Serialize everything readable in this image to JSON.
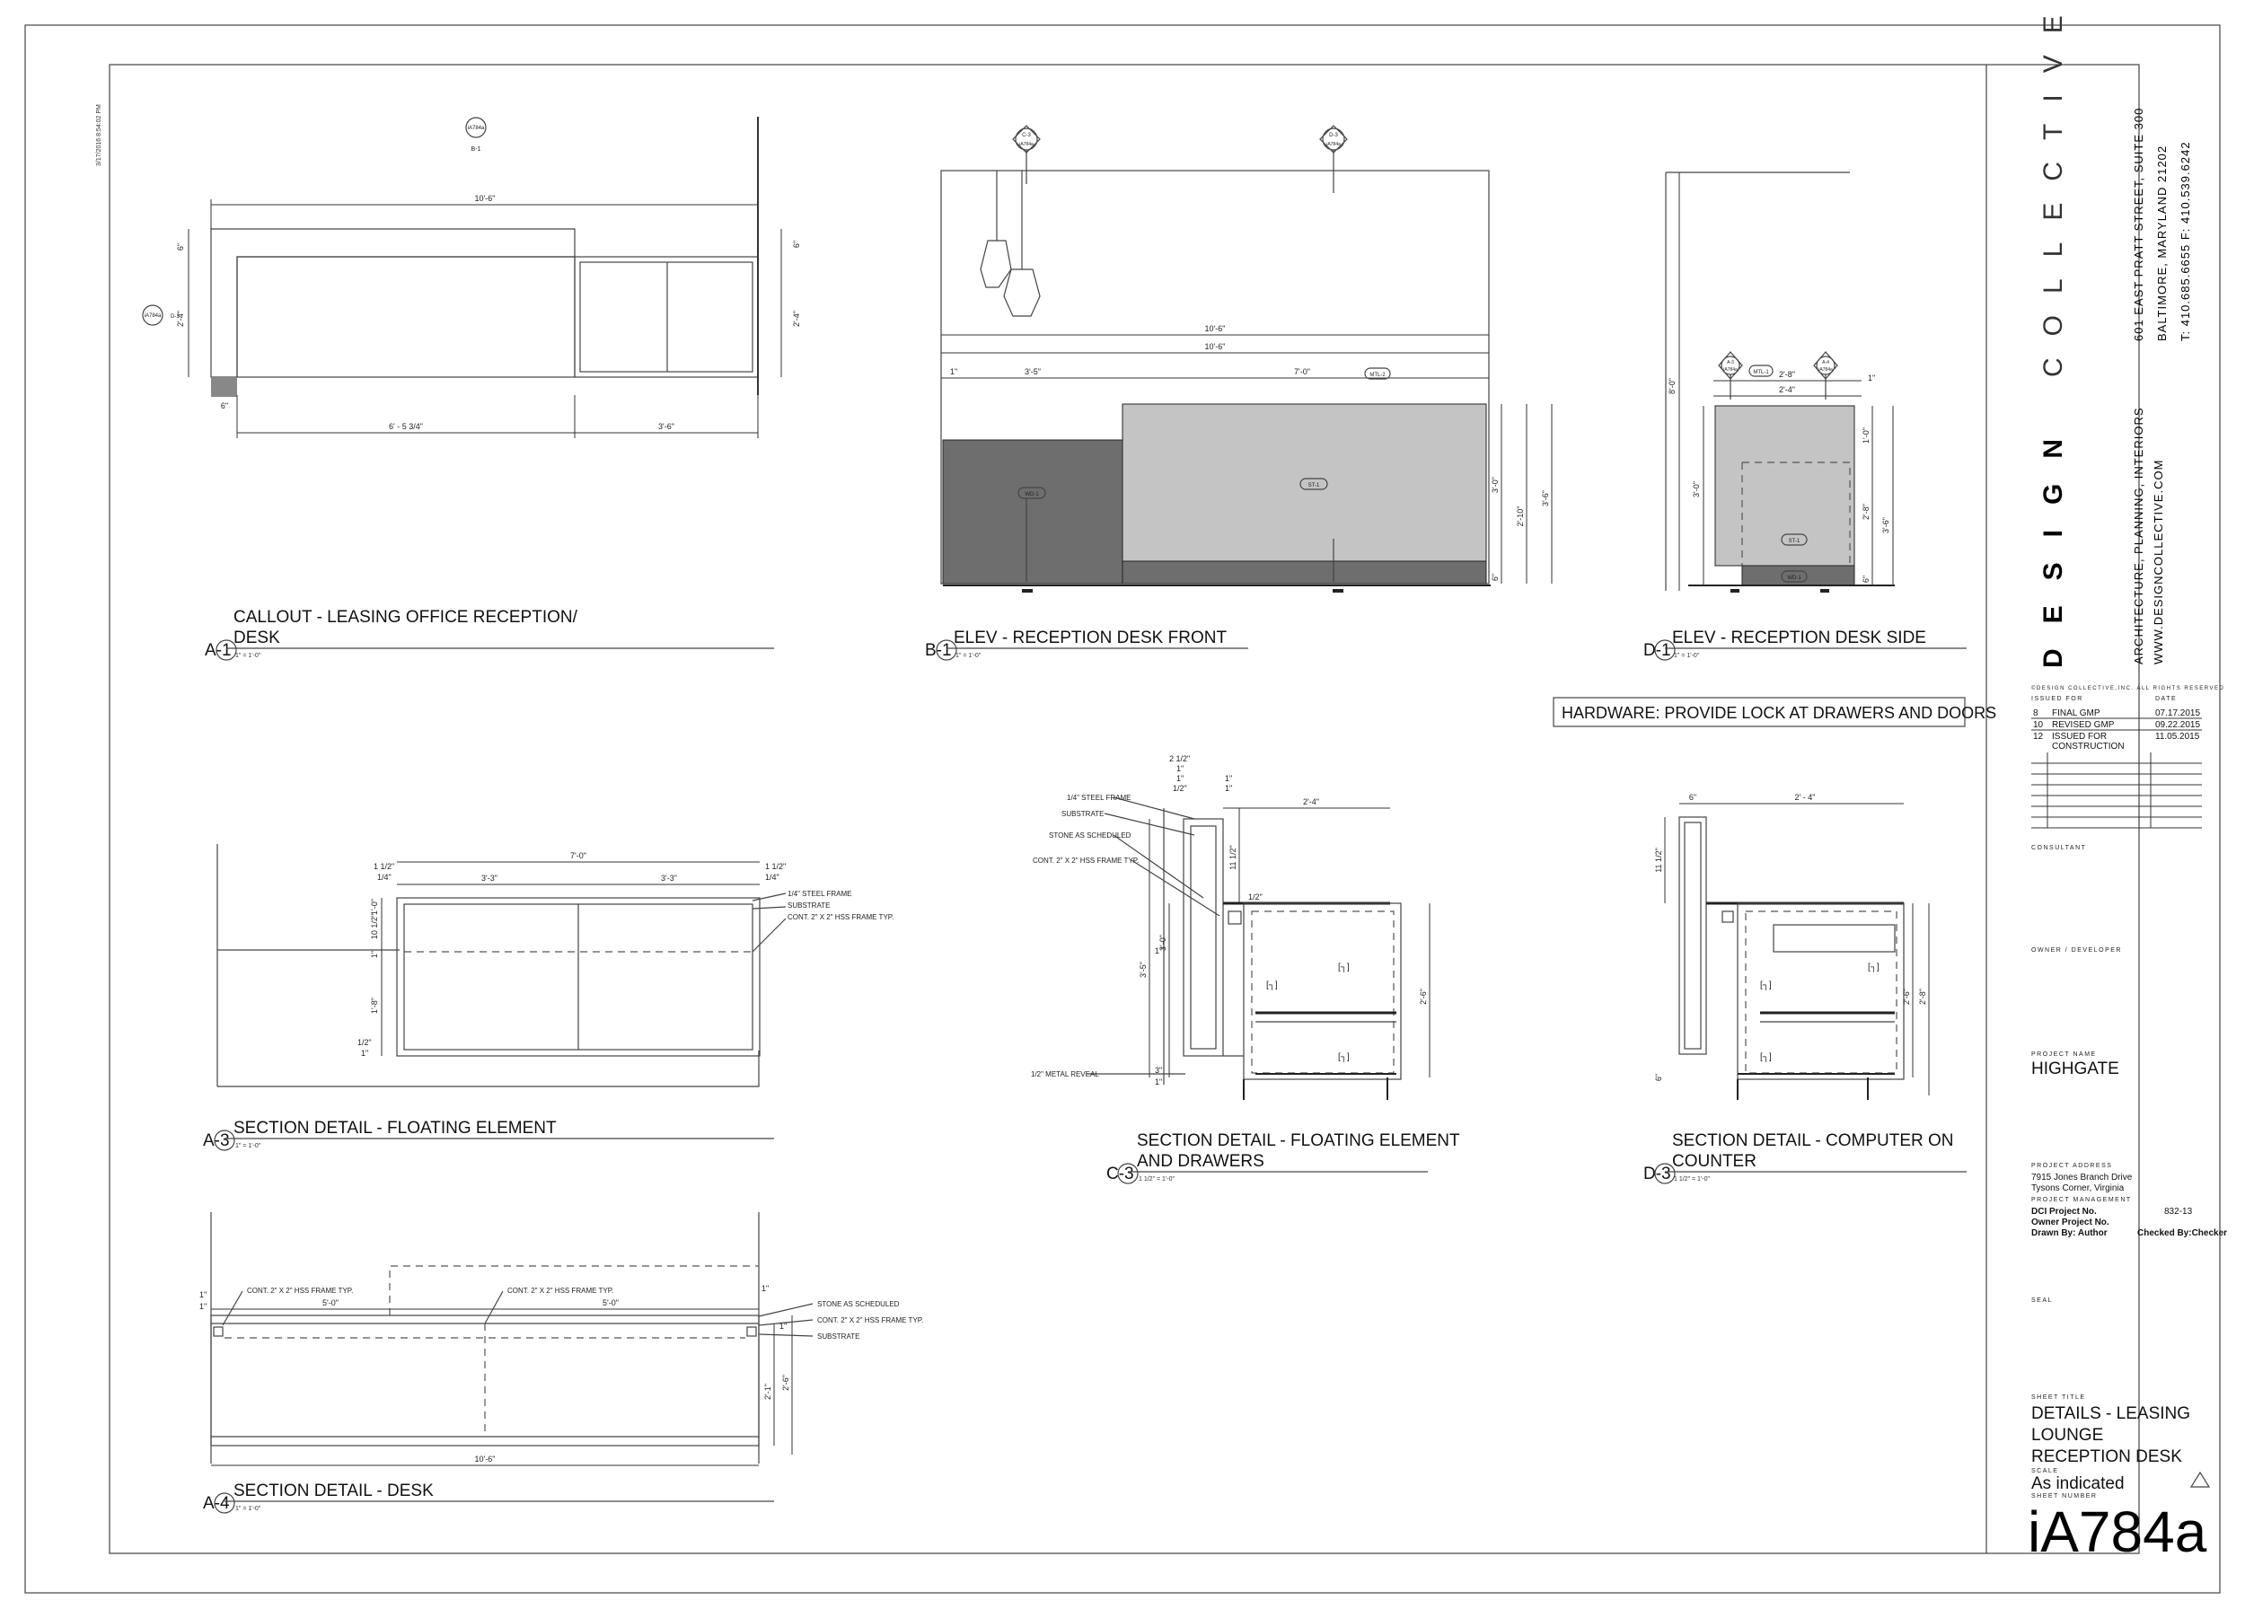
{
  "timestamp": "3/17/2016 8:54:02 PM",
  "firm": {
    "name_bold": "DESIGN",
    "name_light": "COLLECTIVE",
    "services": "ARCHITECTURE, PLANNING, INTERIORS",
    "website": "WWW.DESIGNCOLLECTIVE.COM",
    "address1": "601 EAST PRATT STREET, SUITE 300",
    "address2": "BALTIMORE, MARYLAND 21202",
    "phone": "T: 410.685.6655 F: 410.539.6242",
    "copyright": "©DESIGN COLLECTIVE,INC. ALL RIGHTS RESERVED"
  },
  "issued": {
    "header_issued": "ISSUED FOR",
    "header_date": "DATE",
    "rows": [
      {
        "num": "8",
        "desc": "FINAL GMP",
        "date": "07.17.2015"
      },
      {
        "num": "10",
        "desc": "REVISED GMP",
        "date": "09.22.2015"
      },
      {
        "num": "12",
        "desc": "ISSUED FOR",
        "desc2": "CONSTRUCTION",
        "date": "11.05.2015"
      }
    ]
  },
  "title_block": {
    "consultant_label": "CONSULTANT",
    "owner_label": "OWNER / DEVELOPER",
    "project_name_label": "PROJECT NAME",
    "project_name": "HIGHGATE",
    "project_address_label": "PROJECT ADDRESS",
    "address_line1": "7915 Jones Branch Drive",
    "address_line2": "Tysons Corner, Virginia",
    "project_mgmt_label": "PROJECT MANAGEMENT",
    "dci_label": "DCI Project No.",
    "dci_value": "832-13",
    "owner_no_label": "Owner Project No.",
    "drawn_by": "Drawn By:  Author",
    "checked_by": "Checked By:Checker",
    "seal_label": "SEAL",
    "sheet_title_label": "SHEET TITLE",
    "sheet_title_1": "DETAILS - LEASING",
    "sheet_title_2": "LOUNGE",
    "sheet_title_3": "RECEPTION DESK",
    "scale_label": "SCALE",
    "scale_value": "As indicated",
    "sheet_number_label": "SHEET NUMBER",
    "sheet_number": "iA784a"
  },
  "views": {
    "a1": {
      "id": "A-1",
      "title1": "CALLOUT - LEASING OFFICE RECEPTION/",
      "title2": "DESK",
      "scale": "1\" = 1'-0\""
    },
    "b1": {
      "id": "B-1",
      "title1": "ELEV - RECEPTION DESK FRONT",
      "scale": "1\" = 1'-0\""
    },
    "d1": {
      "id": "D-1",
      "title1": "ELEV - RECEPTION DESK SIDE",
      "scale": "1\" = 1'-0\""
    },
    "a3": {
      "id": "A-3",
      "title1": "SECTION DETAIL - FLOATING ELEMENT",
      "scale": "1\" = 1'-0\""
    },
    "c3": {
      "id": "C-3",
      "title1": "SECTION DETAIL - FLOATING ELEMENT",
      "title2": "AND DRAWERS",
      "scale": "1 1/2\" = 1'-0\""
    },
    "d3": {
      "id": "D-3",
      "title1": "SECTION DETAIL - COMPUTER ON",
      "title2": "COUNTER",
      "scale": "1 1/2\" = 1'-0\""
    },
    "a4": {
      "id": "A-4",
      "title1": "SECTION DETAIL - DESK",
      "scale": "1\" = 1'-0\""
    }
  },
  "hardware_note": "HARDWARE: PROVIDE LOCK AT DRAWERS AND DOORS",
  "dims": {
    "a1": {
      "overall": "10'-6\"",
      "left": "6' - 5 3/4\"",
      "right": "3'-6\"",
      "h6a": "6\"",
      "h6b": "6\"",
      "h24a": "2'-4\"",
      "h24b": "2'-4\"",
      "b6": "6\""
    },
    "b1": {
      "top1": "10'-6\"",
      "top2": "10'-6\"",
      "left": "3'-5\"",
      "mid": "7'-0\"",
      "one": "1\"",
      "r1": "3'-0\"",
      "r2": "2'-10\"",
      "r3": "3'-6\"",
      "r4": "6\""
    },
    "d1": {
      "tall": "8'-0\"",
      "w1": "2'-8\"",
      "w2": "2'-4\"",
      "one": "1\"",
      "h1": "3'-0\"",
      "h2": "1'-0\"",
      "h3": "2'-8\"",
      "h4": "3'-6\"",
      "h5": "6\""
    },
    "a3": {
      "overall": "7'-0\"",
      "left": "3'-3\"",
      "right": "3'-3\"",
      "a": "1 1/2\"",
      "b": "1/4\"",
      "c": "1 1/2\"",
      "d": "1/4\"",
      "h1": "1'-0\"",
      "h2": "10 1/2\"",
      "h3": "1\"",
      "h4": "1'-8\"",
      "h5": "1/2\"",
      "h6": "1\""
    },
    "c3": {
      "w": "2'-4\"",
      "a": "2 1/2\"",
      "b": "1\"",
      "c": "1\"",
      "d": "1/2\"",
      "e": "1\"",
      "f": "1\"",
      "g": "11 1/2\"",
      "h": "3'-5\"",
      "i": "3'-0\"",
      "j": "2'-6\"",
      "k": "1/2\"",
      "l": "1\"",
      "m": "3\"",
      "n": "1\""
    },
    "d3": {
      "w1": "6\"",
      "w2": "2' - 4\"",
      "h1": "11 1/2\"",
      "h2": "2'-6\"",
      "h3": "2'-8\"",
      "h4": "6\""
    },
    "a4": {
      "overall": "10'-6\"",
      "left": "5'-0\"",
      "right": "5'-0\"",
      "a": "1\"",
      "b": "1\"",
      "c": "1\"",
      "d": "1\"",
      "h1": "2'-1\"",
      "h2": "2'-6\""
    }
  },
  "notes": {
    "a3": [
      "1/4\" STEEL FRAME",
      "SUBSTRATE",
      "CONT. 2\" X 2\" HSS FRAME TYP."
    ],
    "c3": [
      "1/4\" STEEL FRAME",
      "SUBSTRATE",
      "STONE AS SCHEDULED",
      "CONT. 2\" X 2\" HSS FRAME TYP."
    ],
    "c3_bottom": "1/2\" METAL REVEAL",
    "a4_left": "CONT. 2\" X 2\" HSS FRAME TYP.",
    "a4_mid": "CONT. 2\" X 2\" HSS FRAME TYP.",
    "a4_right": [
      "STONE AS SCHEDULED",
      "CONT. 2\" X 2\" HSS FRAME TYP.",
      "SUBSTRATE"
    ]
  },
  "tags": {
    "wd1": "WD-1",
    "st1": "ST-1",
    "mtl2": "MTL-2",
    "mtl1": "MTL-1",
    "st1_d": "ST-1",
    "wd1_d": "WD-1"
  },
  "callouts": {
    "a1_top_num": "iA784a",
    "a1_top_id": "B-1",
    "a1_left_num": "iA784a",
    "a1_left_id": "D-1",
    "b1_c3_id": "C-3",
    "b1_c3_num": "iA784a",
    "b1_d3_id": "D-3",
    "b1_d3_num": "iA784a",
    "d1_a3_id": "A-3",
    "d1_a3_num": "iA784a",
    "d1_a4_id": "A-4",
    "d1_a4_num": "iA784a"
  },
  "colors": {
    "dark_fill": "#6e6e6e",
    "light_fill": "#c4c4c4",
    "line": "#222222"
  }
}
